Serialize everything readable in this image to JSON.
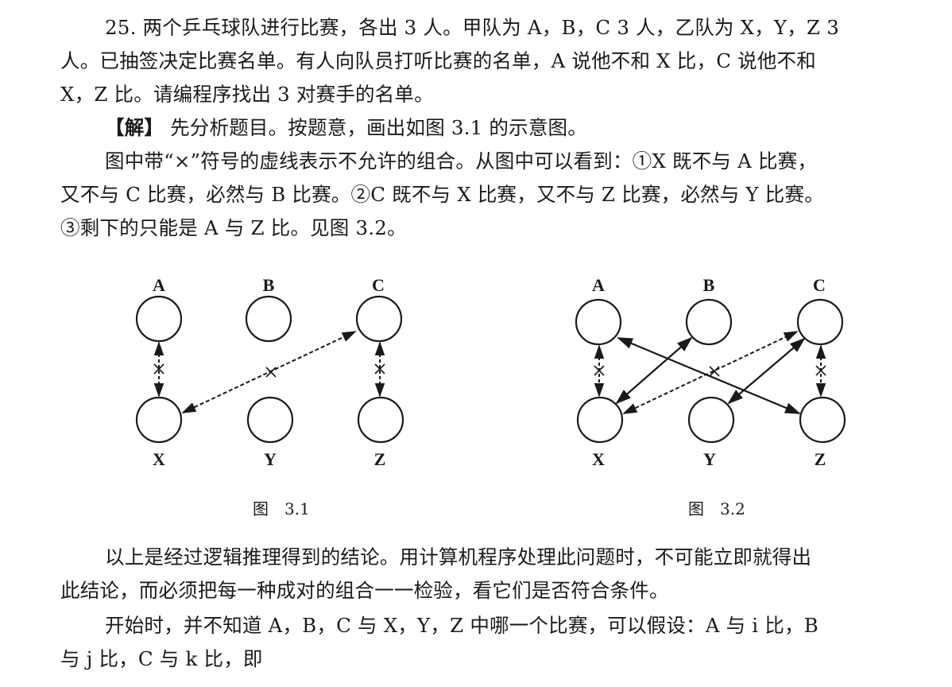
{
  "problem": {
    "line1": "25. 两个乒乓球队进行比赛，各出 3 人。甲队为 A，B，C 3 人，乙队为 X，Y，Z 3",
    "line2": "人。已抽签决定比赛名单。有人向队员打听比赛的名单，A 说他不和 X 比，C 说他不和",
    "line3": "X，Z 比。请编程序找出 3 对赛手的名单。"
  },
  "solution": {
    "tag": "【解】",
    "line1": " 先分析题目。按题意，画出如图 3.1 的示意图。",
    "line2": "图中带“×”符号的虚线表示不允许的组合。从图中可以看到：①X 既不与 A 比赛，",
    "line3": "又不与 C 比赛，必然与 B 比赛。②C 既不与 X 比赛，又不与 Z 比赛，必然与 Y 比赛。",
    "line4": "③剩下的只能是 A 与 Z 比。见图 3.2。"
  },
  "figures": [
    {
      "caption": "图　3.1",
      "team1": [
        "A",
        "B",
        "C"
      ],
      "team2": [
        "X",
        "Y",
        "Z"
      ],
      "forbidden": [
        [
          "A",
          "X"
        ],
        [
          "C",
          "X"
        ],
        [
          "C",
          "Z"
        ]
      ],
      "matches": []
    },
    {
      "caption": "图　3.2",
      "team1": [
        "A",
        "B",
        "C"
      ],
      "team2": [
        "X",
        "Y",
        "Z"
      ],
      "forbidden": [
        [
          "A",
          "X"
        ],
        [
          "C",
          "X"
        ],
        [
          "C",
          "Z"
        ]
      ],
      "matches": [
        [
          "B",
          "X"
        ],
        [
          "C",
          "Y"
        ],
        [
          "A",
          "Z"
        ]
      ]
    }
  ],
  "after": {
    "line1": "以上是经过逻辑推理得到的结论。用计算机程序处理此问题时，不可能立即就得出",
    "line2": "此结论，而必须把每一种成对的组合一一检验，看它们是否符合条件。",
    "line3": "开始时，并不知道 A，B，C 与 X，Y，Z 中哪一个比赛，可以假设：A 与 i 比，B",
    "line4": "与 j 比，C 与 k 比，即"
  }
}
